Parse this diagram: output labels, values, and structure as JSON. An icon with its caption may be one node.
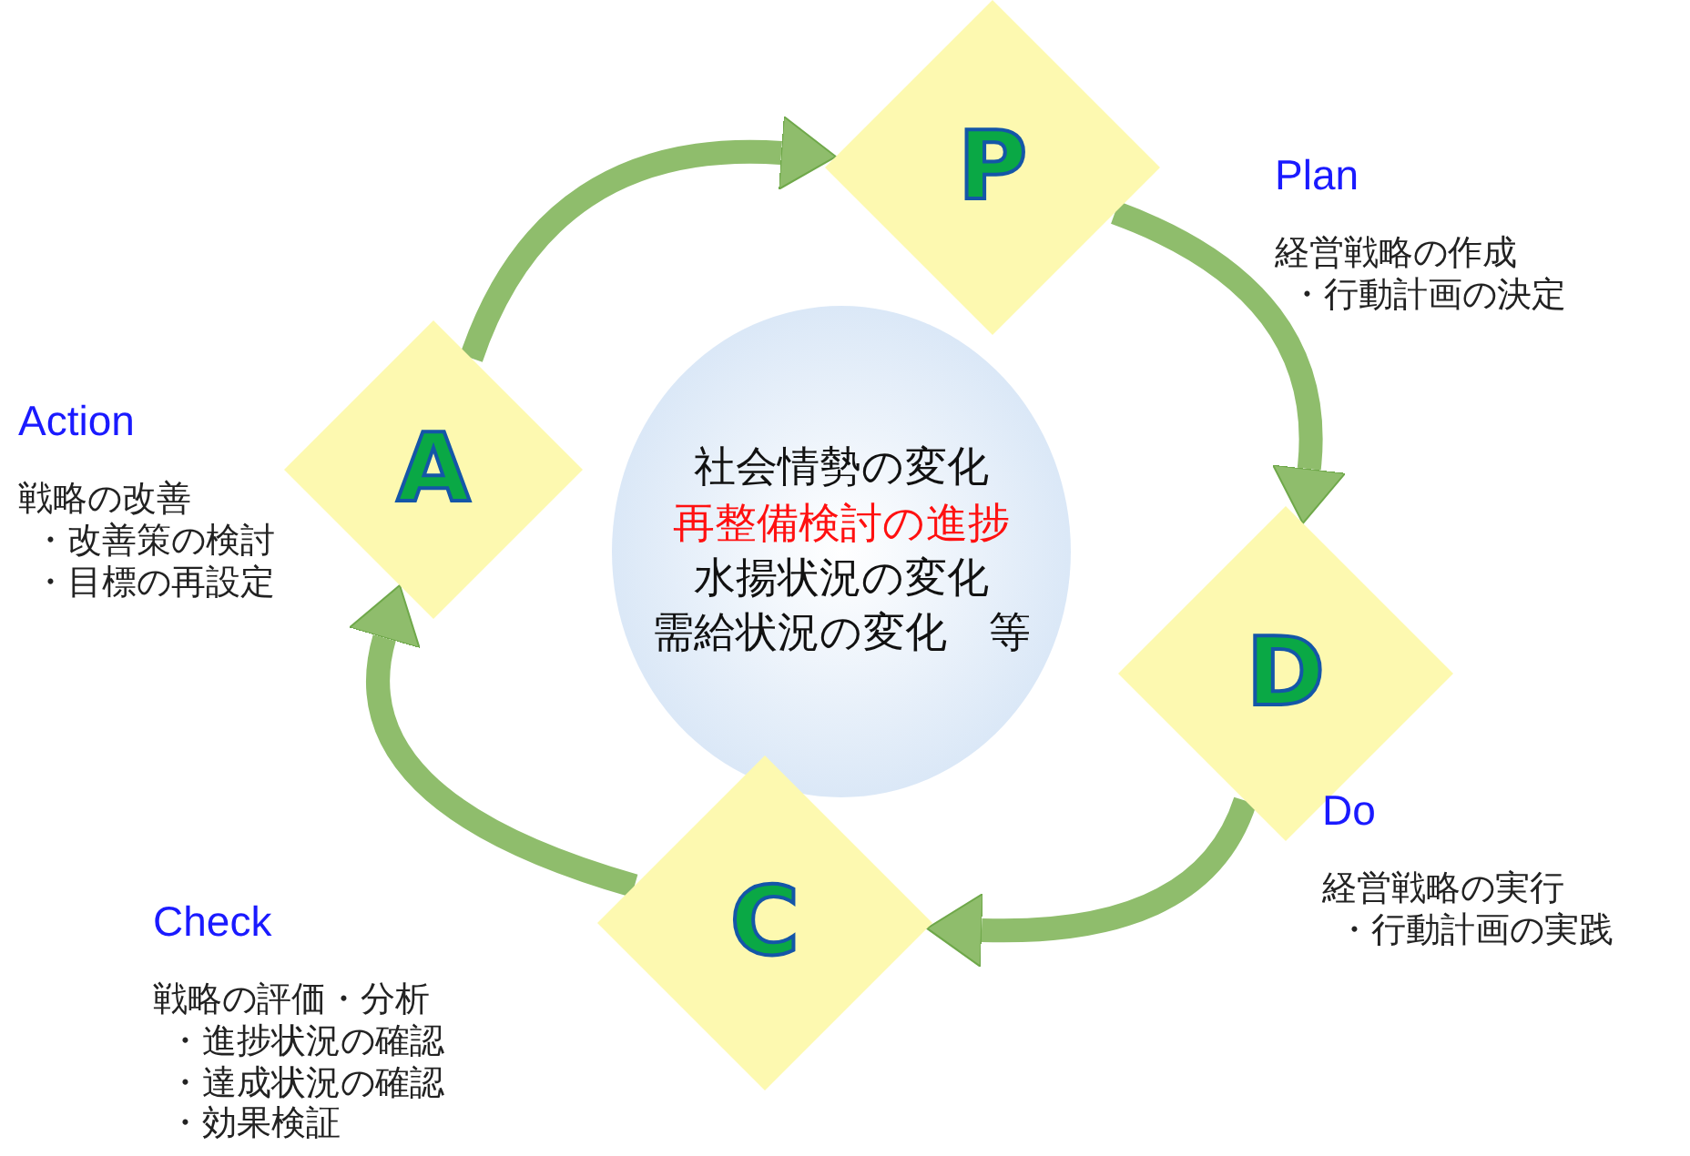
{
  "diagram": {
    "nodes": [
      {
        "text": [
          "社会情勢の変化",
          "再整備検討の進捗",
          "水揚状況の変化",
          "需給状況の変化　等"
        ]
      },
      {
        "text": [
          "P"
        ],
        "beside": [
          "Plan",
          "経営戦略の作成",
          "・行動計画の決定"
        ]
      },
      {
        "text": [
          "D"
        ],
        "beside": [
          "Do",
          "経営戦略の実行",
          "・行動計画の実践"
        ]
      },
      {
        "text": [
          "C"
        ],
        "beside": [
          "Check",
          "戦略の評価・分析",
          "・進捗状況の確認",
          "・達成状況の確認",
          "・効果検証"
        ]
      },
      {
        "text": [
          "A"
        ],
        "beside": [
          "Action",
          "戦略の改善",
          "・改善策の検討",
          "・目標の再設定"
        ]
      }
    ],
    "edges": [
      {
        "from": 4,
        "to": 1,
        "arrow": "to"
      },
      {
        "from": 1,
        "to": 2,
        "arrow": "to"
      },
      {
        "from": 2,
        "to": 3,
        "arrow": "to"
      },
      {
        "from": 3,
        "to": 4,
        "arrow": "to"
      }
    ]
  }
}
